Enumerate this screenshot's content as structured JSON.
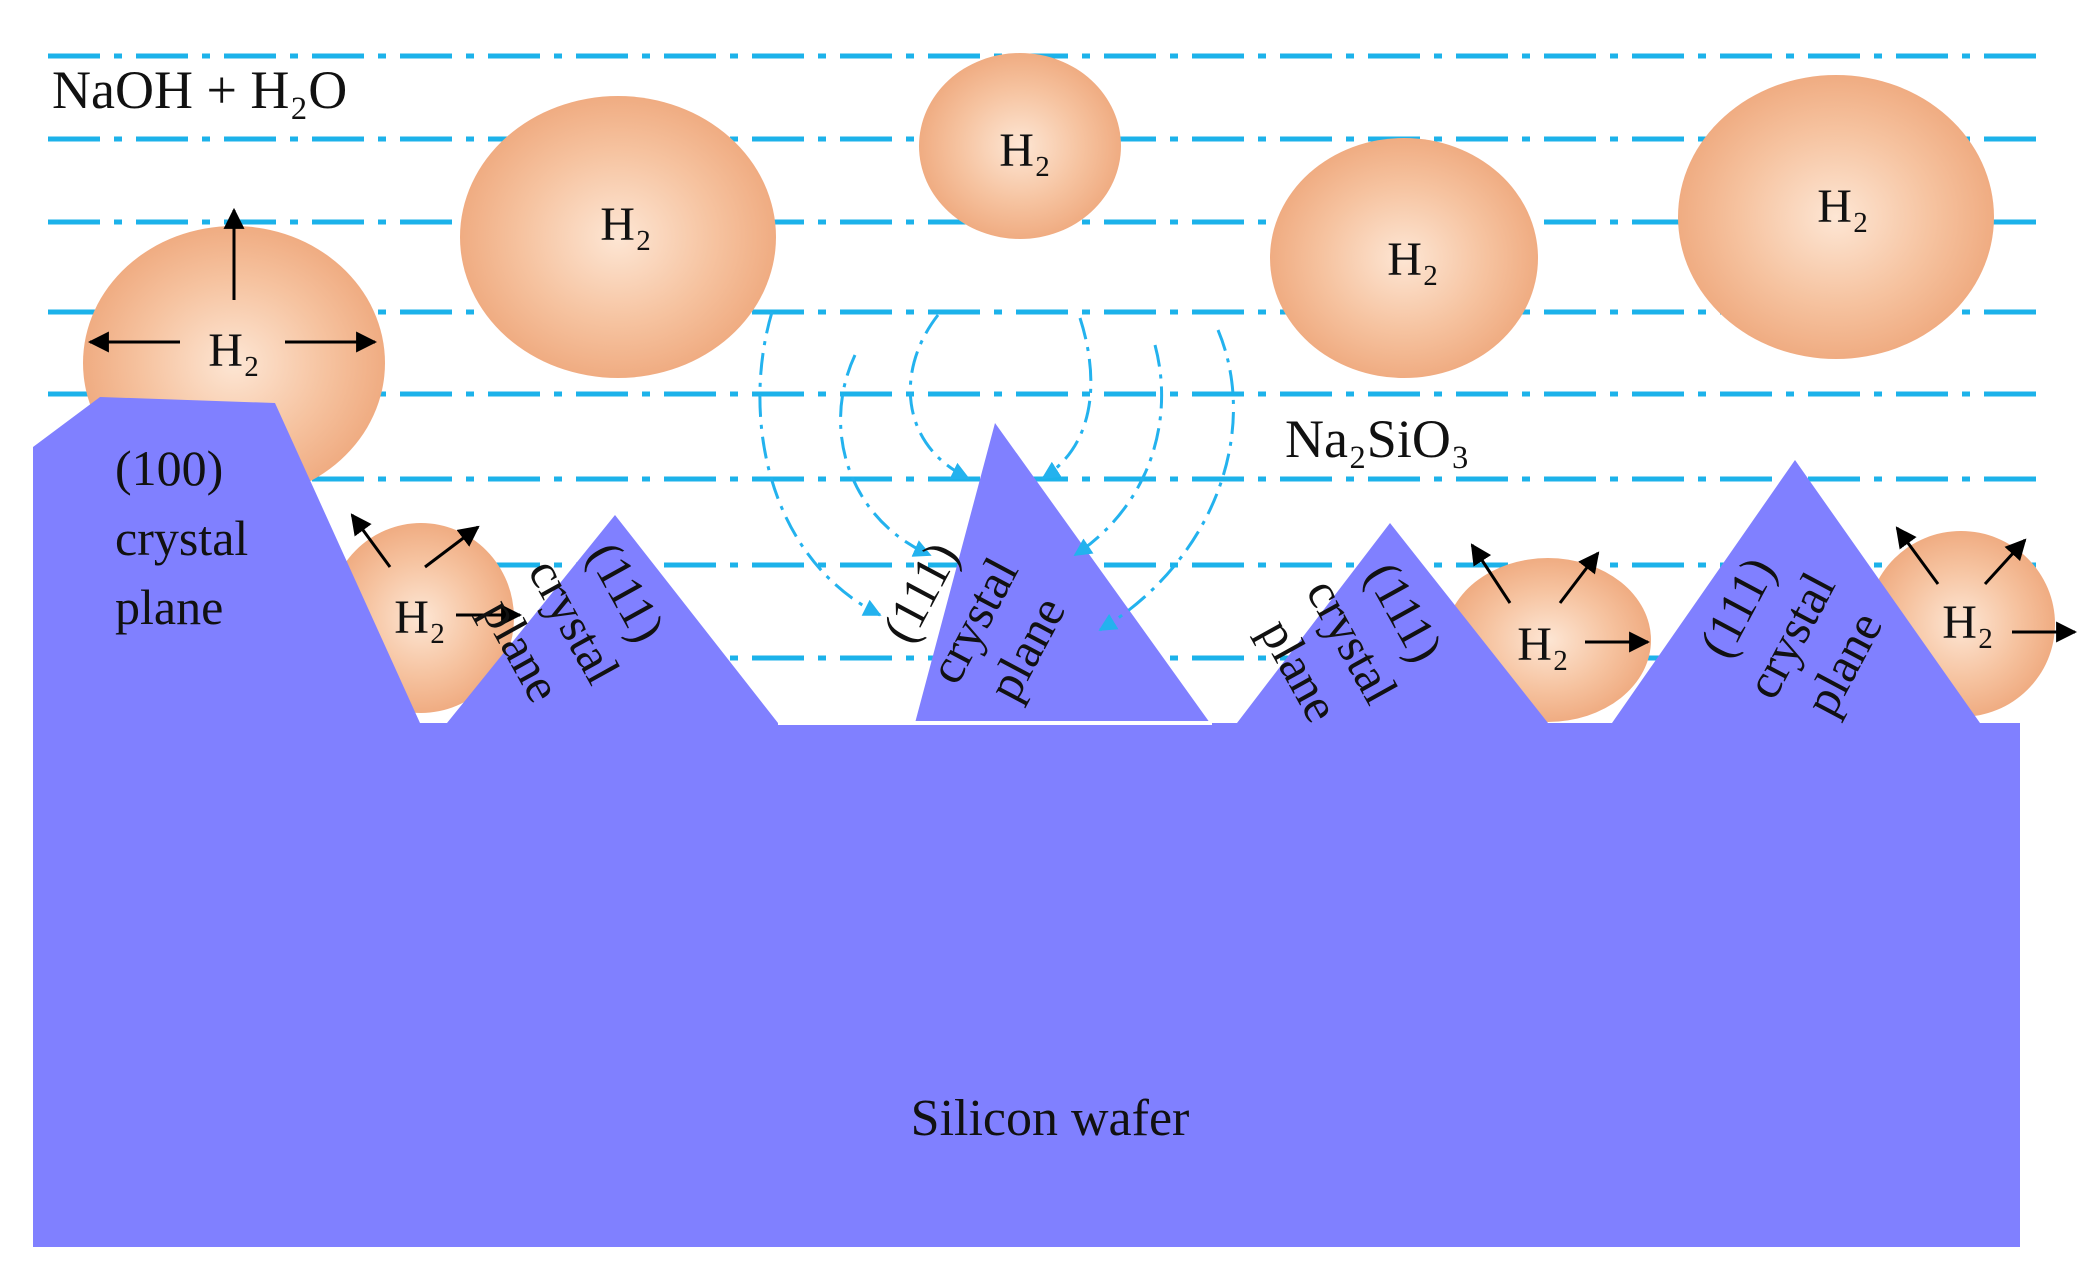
{
  "solution_label": "NaOH + H₂O",
  "byproduct_label": "Na₂SiO₃",
  "wafer_label": "Silicon wafer",
  "bubble_label": "H₂",
  "planes": {
    "p100": {
      "index": "(100)",
      "word1": "crystal",
      "word2": "plane"
    },
    "p111": {
      "index": "(111)",
      "word1": "crystal",
      "word2": "plane"
    }
  },
  "colors": {
    "silicon": "#8080ff",
    "bubble_center": "#fde2cd",
    "bubble_edge": "#eea67a",
    "solution_lines": "#1cb2ea",
    "flow_arrows": "#23b2ee",
    "arrows": "#000000",
    "background": "#ffffff"
  },
  "icons": {
    "bubble": "hydrogen-bubble-icon",
    "arrow": "arrow-icon"
  }
}
